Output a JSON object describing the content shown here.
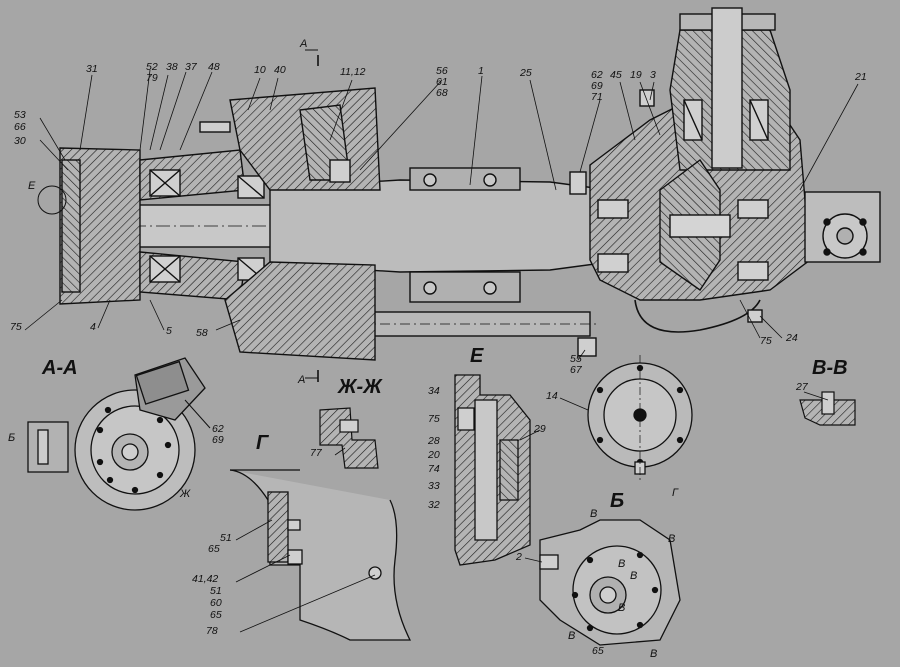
{
  "section_titles": {
    "aa": "А-А",
    "vv": "В-В",
    "zhzh": "Ж-Ж",
    "g": "Г",
    "e": "Е",
    "b": "Б"
  },
  "small_letters": {
    "a_top": "А",
    "a_bottom": "А",
    "e_main": "Е",
    "b_aa": "Б",
    "zh_aa": "Ж",
    "g_arrow": "Г",
    "v1": "В",
    "v2": "В",
    "v3": "В",
    "v4": "В",
    "v5": "В",
    "v6": "В",
    "v7": "В"
  },
  "callouts": {
    "c31": "31",
    "c53": "53",
    "c66": "66",
    "c30": "30",
    "c52": "52",
    "c79": "79",
    "c38": "38",
    "c37": "37",
    "c48": "48",
    "c10": "10",
    "c40": "40",
    "c1112": "11,12",
    "c56": "56",
    "c61": "61",
    "c68": "68",
    "c1": "1",
    "c25": "25",
    "c62": "62",
    "c69": "69",
    "c71": "71",
    "c45": "45",
    "c19": "19",
    "c3": "3",
    "c21": "21",
    "c75a": "75",
    "c4": "4",
    "c5": "5",
    "c58": "58",
    "c55": "55",
    "c67": "67",
    "c75b": "75",
    "c24": "24",
    "c34": "34",
    "c75c": "75",
    "c28": "28",
    "c20": "20",
    "c74": "74",
    "c33": "33",
    "c32": "32",
    "c29": "29",
    "c14": "14",
    "c27": "27",
    "c62b": "62",
    "c69b": "69",
    "c77": "77",
    "c51a": "51",
    "c65a": "65",
    "c4142": "41,42",
    "c51b": "51",
    "c60": "60",
    "c65b": "65",
    "c78": "78",
    "c2": "2",
    "c65c": "65"
  }
}
